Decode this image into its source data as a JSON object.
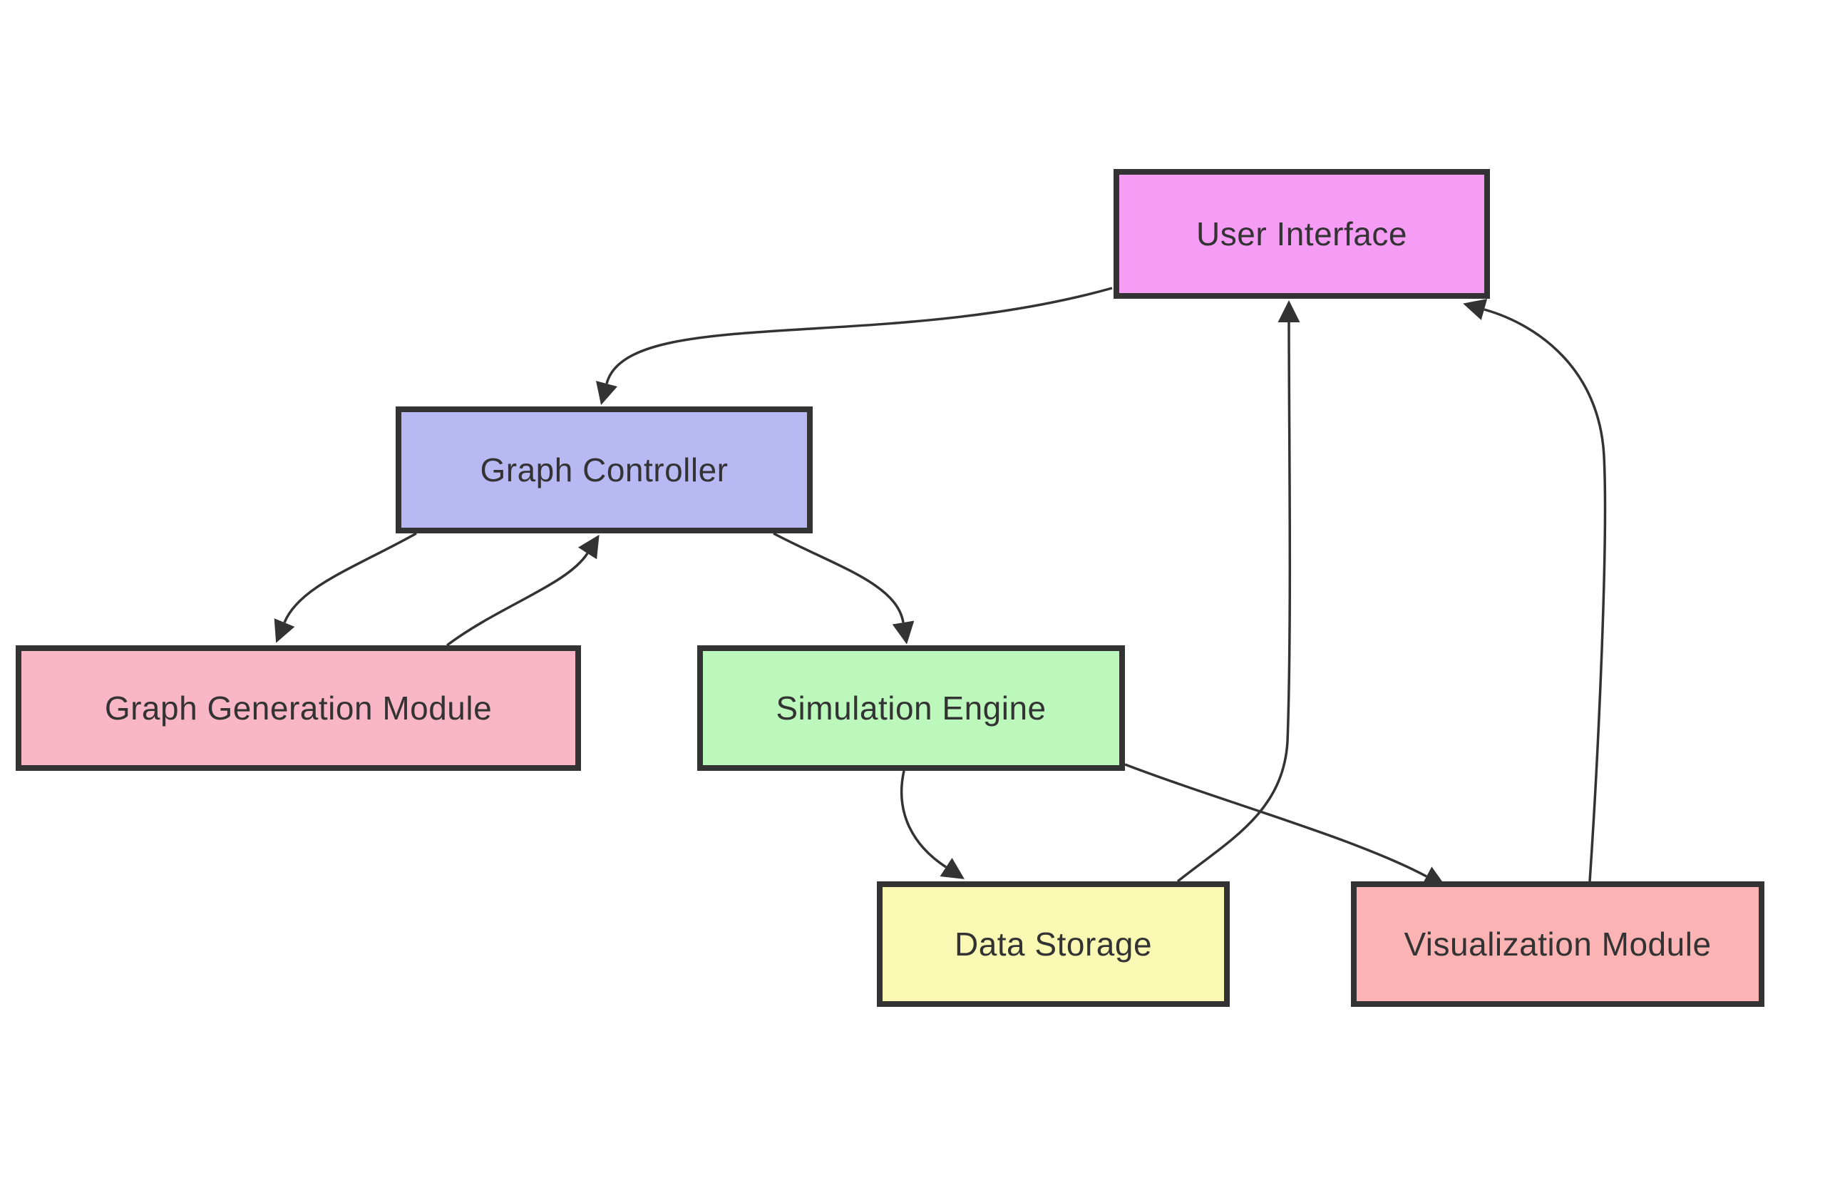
{
  "diagram": {
    "type": "flowchart",
    "background": "#ffffff",
    "line_color": "#333333",
    "border_color": "#333333",
    "text_color": "#333333",
    "nodes": [
      {
        "id": "ui",
        "label": "User Interface",
        "fill": "#f59df5"
      },
      {
        "id": "gc",
        "label": "Graph Controller",
        "fill": "#b8b8f2"
      },
      {
        "id": "ggm",
        "label": "Graph Generation Module",
        "fill": "#f9b6c6"
      },
      {
        "id": "se",
        "label": "Simulation Engine",
        "fill": "#bcf8bc"
      },
      {
        "id": "ds",
        "label": "Data Storage",
        "fill": "#f9f9b4"
      },
      {
        "id": "vm",
        "label": "Visualization Module",
        "fill": "#fbb3b3"
      }
    ],
    "edges": [
      {
        "from": "User Interface",
        "to": "Graph Controller"
      },
      {
        "from": "Graph Controller",
        "to": "Graph Generation Module"
      },
      {
        "from": "Graph Generation Module",
        "to": "Graph Controller"
      },
      {
        "from": "Graph Controller",
        "to": "Simulation Engine"
      },
      {
        "from": "Simulation Engine",
        "to": "Data Storage"
      },
      {
        "from": "Simulation Engine",
        "to": "Visualization Module"
      },
      {
        "from": "Data Storage",
        "to": "User Interface"
      },
      {
        "from": "Visualization Module",
        "to": "User Interface"
      }
    ]
  }
}
